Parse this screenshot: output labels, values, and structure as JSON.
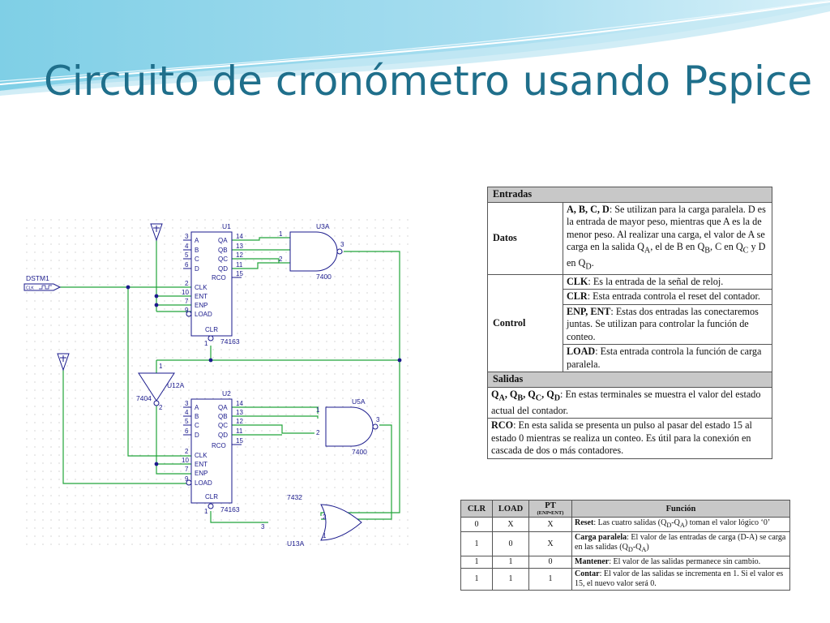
{
  "title": "Circuito de cronómetro usando Pspice",
  "colors": {
    "title": "#1f6f8b",
    "wire": "#22a53a",
    "component": "#1a1a8c"
  },
  "circuit": {
    "source_label": "DSTM1",
    "source_sub": "CLK",
    "counters": [
      {
        "name": "U1",
        "part": "74163",
        "inputs": [
          "A",
          "B",
          "C",
          "D"
        ],
        "input_pins": [
          "3",
          "4",
          "5",
          "6"
        ],
        "outputs": [
          "QA",
          "QB",
          "QC",
          "QD",
          "RCO"
        ],
        "output_pins": [
          "14",
          "13",
          "12",
          "11",
          "15"
        ],
        "ctrl": [
          "CLK",
          "ENT",
          "ENP",
          "LOAD"
        ],
        "ctrl_pins": [
          "2",
          "10",
          "7",
          "9"
        ],
        "clr": "CLR",
        "clr_pin": "1"
      },
      {
        "name": "U2",
        "part": "74163",
        "inputs": [
          "A",
          "B",
          "C",
          "D"
        ],
        "input_pins": [
          "3",
          "4",
          "5",
          "6"
        ],
        "outputs": [
          "QA",
          "QB",
          "QC",
          "QD",
          "RCO"
        ],
        "output_pins": [
          "14",
          "13",
          "12",
          "11",
          "15"
        ],
        "ctrl": [
          "CLK",
          "ENT",
          "ENP",
          "LOAD"
        ],
        "ctrl_pins": [
          "2",
          "10",
          "7",
          "9"
        ],
        "clr": "CLR",
        "clr_pin": "1"
      }
    ],
    "gates": {
      "u3a": {
        "name": "U3A",
        "part": "7400",
        "pin_a": "1",
        "pin_b": "2",
        "pin_out": "3"
      },
      "u5a": {
        "name": "U5A",
        "part": "7400",
        "pin_a": "1",
        "pin_b": "2",
        "pin_out": "3"
      },
      "u12a": {
        "name": "U12A",
        "part": "7404",
        "pin_in": "1",
        "pin_out": "2"
      },
      "u13a": {
        "name": "U13A",
        "part": "7432",
        "pin_a": "2",
        "pin_b": "1",
        "pin_out": "3"
      }
    }
  },
  "entradas": {
    "header": "Entradas",
    "datos": {
      "label": "Datos",
      "desc_bold": "A, B, C, D",
      "desc_1": ": Se utilizan para la carga paralela. D es la entrada de mayor peso, mientras que A es la de menor peso. Al realizar una carga, el valor de A se carga en la salida Q",
      "sub_a": "A",
      "desc_2": ", el de B en Q",
      "sub_b": "B",
      "desc_3": ", C en Q",
      "sub_c": "C",
      "desc_4": " y D en Q",
      "sub_d": "D",
      "desc_5": "."
    },
    "control": {
      "label": "Control",
      "clk_bold": "CLK",
      "clk_desc": ": Es la entrada de la señal de reloj.",
      "clr_bold": "CLR",
      "clr_desc": ": Esta entrada controla el reset del contador.",
      "en_bold": "ENP, ENT",
      "en_desc": ": Estas dos entradas las conectaremos juntas. Se utilizan para controlar la función de conteo.",
      "load_bold": "LOAD",
      "load_desc": ": Esta entrada controla la función de carga paralela."
    }
  },
  "salidas": {
    "header": "Salidas",
    "q_bold": "Q",
    "q_subs": [
      "A",
      "B",
      "C",
      "D"
    ],
    "q_desc": ": En estas terminales se muestra el valor del estado actual del contador.",
    "rco_bold": "RCO",
    "rco_desc": ": En esta salida se presenta un pulso al pasar del estado 15 al estado 0 mientras se realiza un conteo. Es útil para la conexión en cascada de dos o más contadores."
  },
  "funcion_table": {
    "headers": {
      "clr": "CLR",
      "load": "LOAD",
      "pt": "PT",
      "pt_sub": "(ENP•ENT)",
      "func": "Función"
    },
    "rows": [
      {
        "clr": "0",
        "load": "X",
        "pt": "X",
        "bold": "Reset",
        "text": ": Las cuatro salidas (Q",
        "sub1": "D",
        "mid": "-Q",
        "sub2": "A",
        "tail": ") toman el valor lógico ‘0’"
      },
      {
        "clr": "1",
        "load": "0",
        "pt": "X",
        "bold": "Carga paralela",
        "text": ": El valor de las entradas de carga (D-A) se carga en las salidas (Q",
        "sub1": "D",
        "mid": "-Q",
        "sub2": "A",
        "tail": ")"
      },
      {
        "clr": "1",
        "load": "1",
        "pt": "0",
        "bold": "Mantener",
        "text": ": El valor de las salidas permanece sin cambio.",
        "sub1": "",
        "mid": "",
        "sub2": "",
        "tail": ""
      },
      {
        "clr": "1",
        "load": "1",
        "pt": "1",
        "bold": "Contar",
        "text": ": El valor de las salidas se incrementa en 1. Si el valor es 15, el nuevo valor será 0.",
        "sub1": "",
        "mid": "",
        "sub2": "",
        "tail": ""
      }
    ]
  }
}
